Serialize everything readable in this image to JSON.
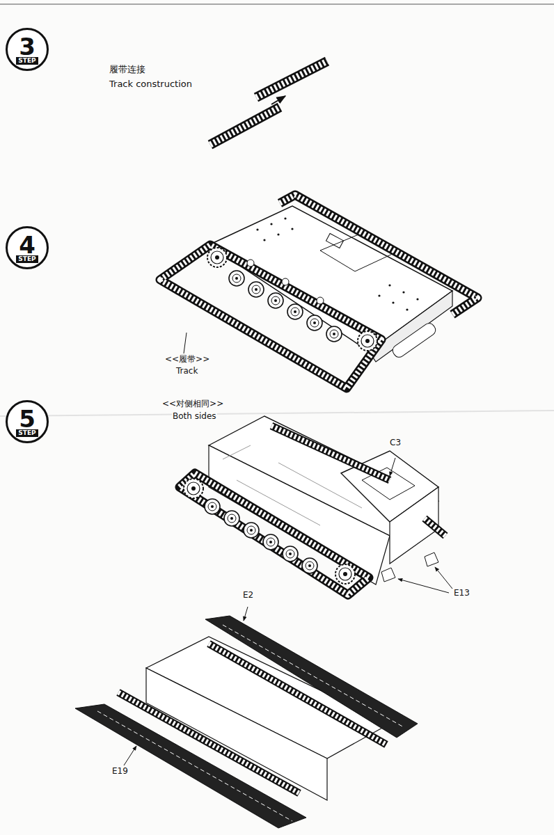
{
  "diagram": {
    "nodes": [
      {
        "text": [
          "3",
          "STEP"
        ]
      },
      {
        "text": [
          "4",
          "STEP"
        ]
      },
      {
        "text": [
          "5",
          "STEP"
        ]
      }
    ],
    "labels": [
      "履带连接",
      "Track construction",
      "<<履带>>",
      "Track",
      "<<对侧相同>>",
      "Both sides",
      "C3",
      "E13",
      "E2",
      "E19"
    ]
  }
}
